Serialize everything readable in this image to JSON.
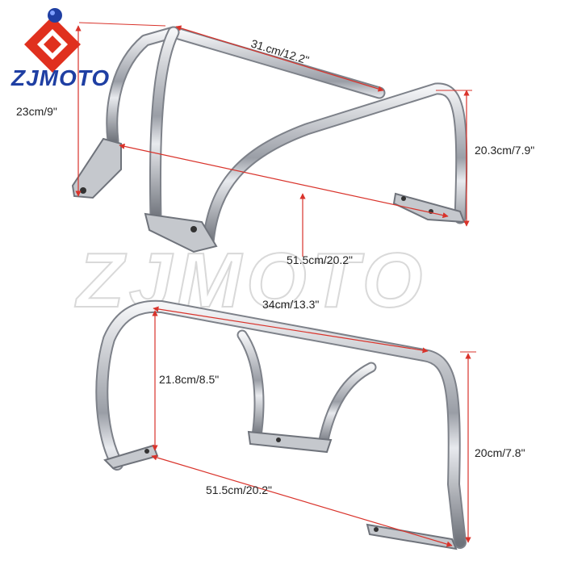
{
  "brand": {
    "name": "ZJMOTO",
    "watermark": "ZJMOTO",
    "colors": {
      "logo_red": "#e0301e",
      "logo_blue": "#1f3fa3",
      "dimension_line": "#d9332b",
      "chrome": "#b9bcc2"
    }
  },
  "top_part": {
    "dimensions": {
      "length": "31.cm/12.2\"",
      "left_height": "23cm/9\"",
      "right_height": "20.3cm/7.9\"",
      "diagonal": "51.5cm/20.2\""
    }
  },
  "bottom_part": {
    "dimensions": {
      "length": "34cm/13.3\"",
      "left_height": "21.8cm/8.5\"",
      "right_height": "20cm/7.8\"",
      "diagonal": "51.5cm/20.2\""
    }
  }
}
